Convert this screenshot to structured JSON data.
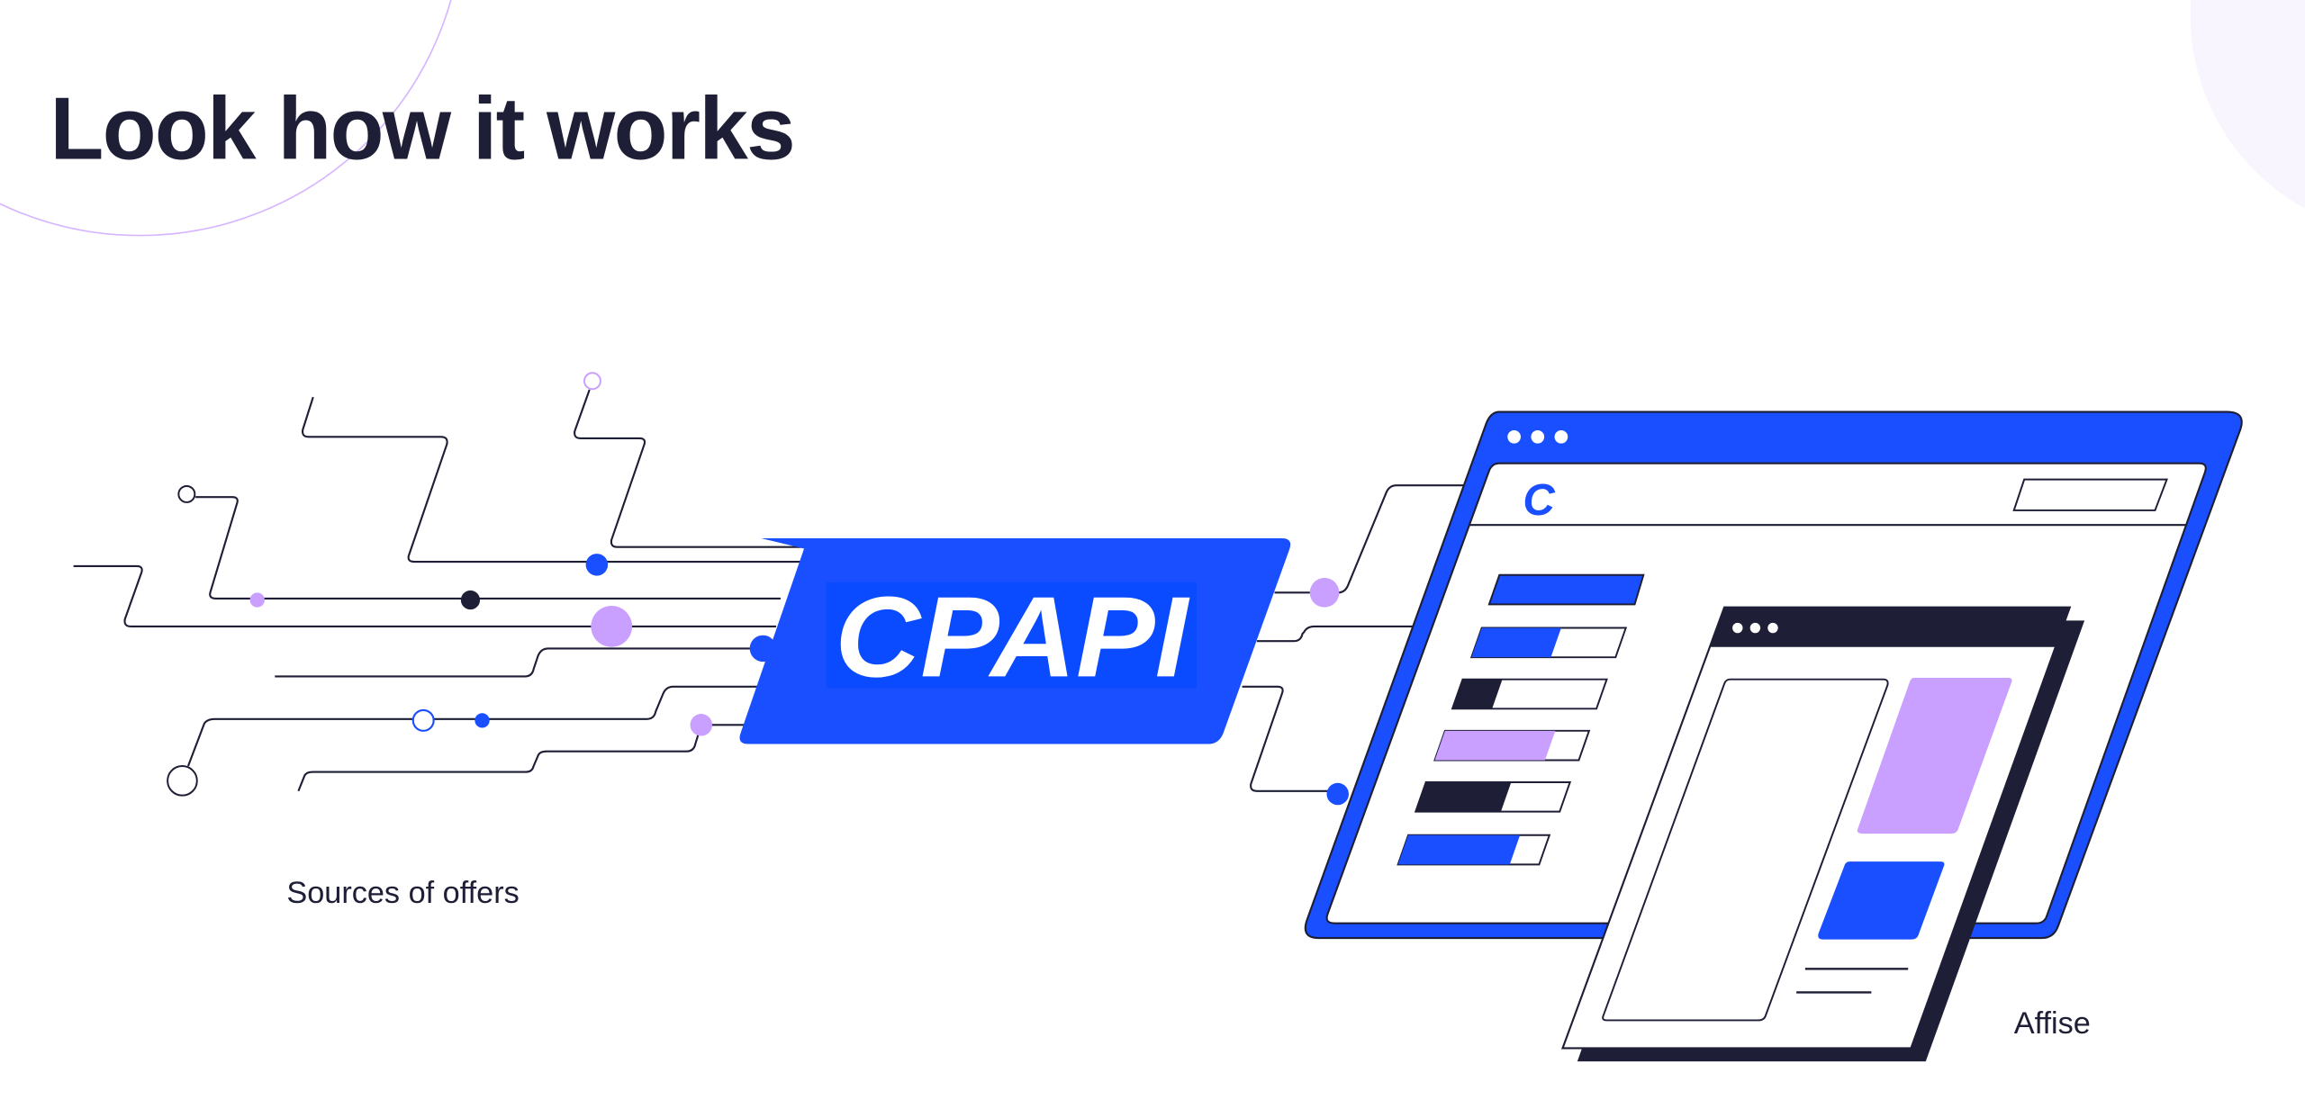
{
  "header": {
    "title": "Look how it works"
  },
  "diagram": {
    "hub_logo": "CPAPI",
    "sources_label": "Sources of offers",
    "destination_label": "Affise",
    "app_logo": "C"
  },
  "colors": {
    "dark": "#1e1e36",
    "accent": "#1a4fff",
    "lavender": "#c9a0ff"
  }
}
